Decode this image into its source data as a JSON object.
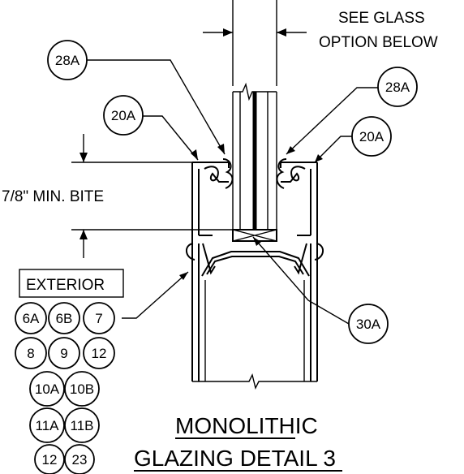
{
  "notes": {
    "glass_option": [
      "SEE GLASS",
      "OPTION BELOW"
    ],
    "bite": "7/8\"  MIN.  BITE",
    "exterior": "EXTERIOR"
  },
  "callouts": {
    "gasket_left": "28A",
    "gasket_right": "28A",
    "cap_left": "20A",
    "cap_right": "20A",
    "setting_block": "30A"
  },
  "part_grid": [
    [
      "6A",
      "6B",
      "7"
    ],
    [
      "8",
      "9",
      "12"
    ],
    [
      "10A",
      "10B"
    ],
    [
      "11A",
      "11B"
    ],
    [
      "12",
      "23"
    ]
  ],
  "title": {
    "line1": "MONOLITHIC",
    "line2": "GLAZING  DETAIL  3"
  },
  "colors": {
    "ink": "#000000",
    "paper": "#ffffff"
  }
}
